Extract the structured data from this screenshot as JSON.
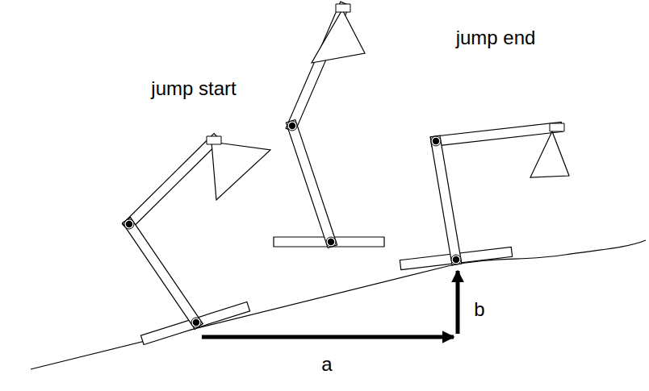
{
  "diagram": {
    "labels": [
      "jump start",
      "jump end",
      "a",
      "b"
    ]
  }
}
